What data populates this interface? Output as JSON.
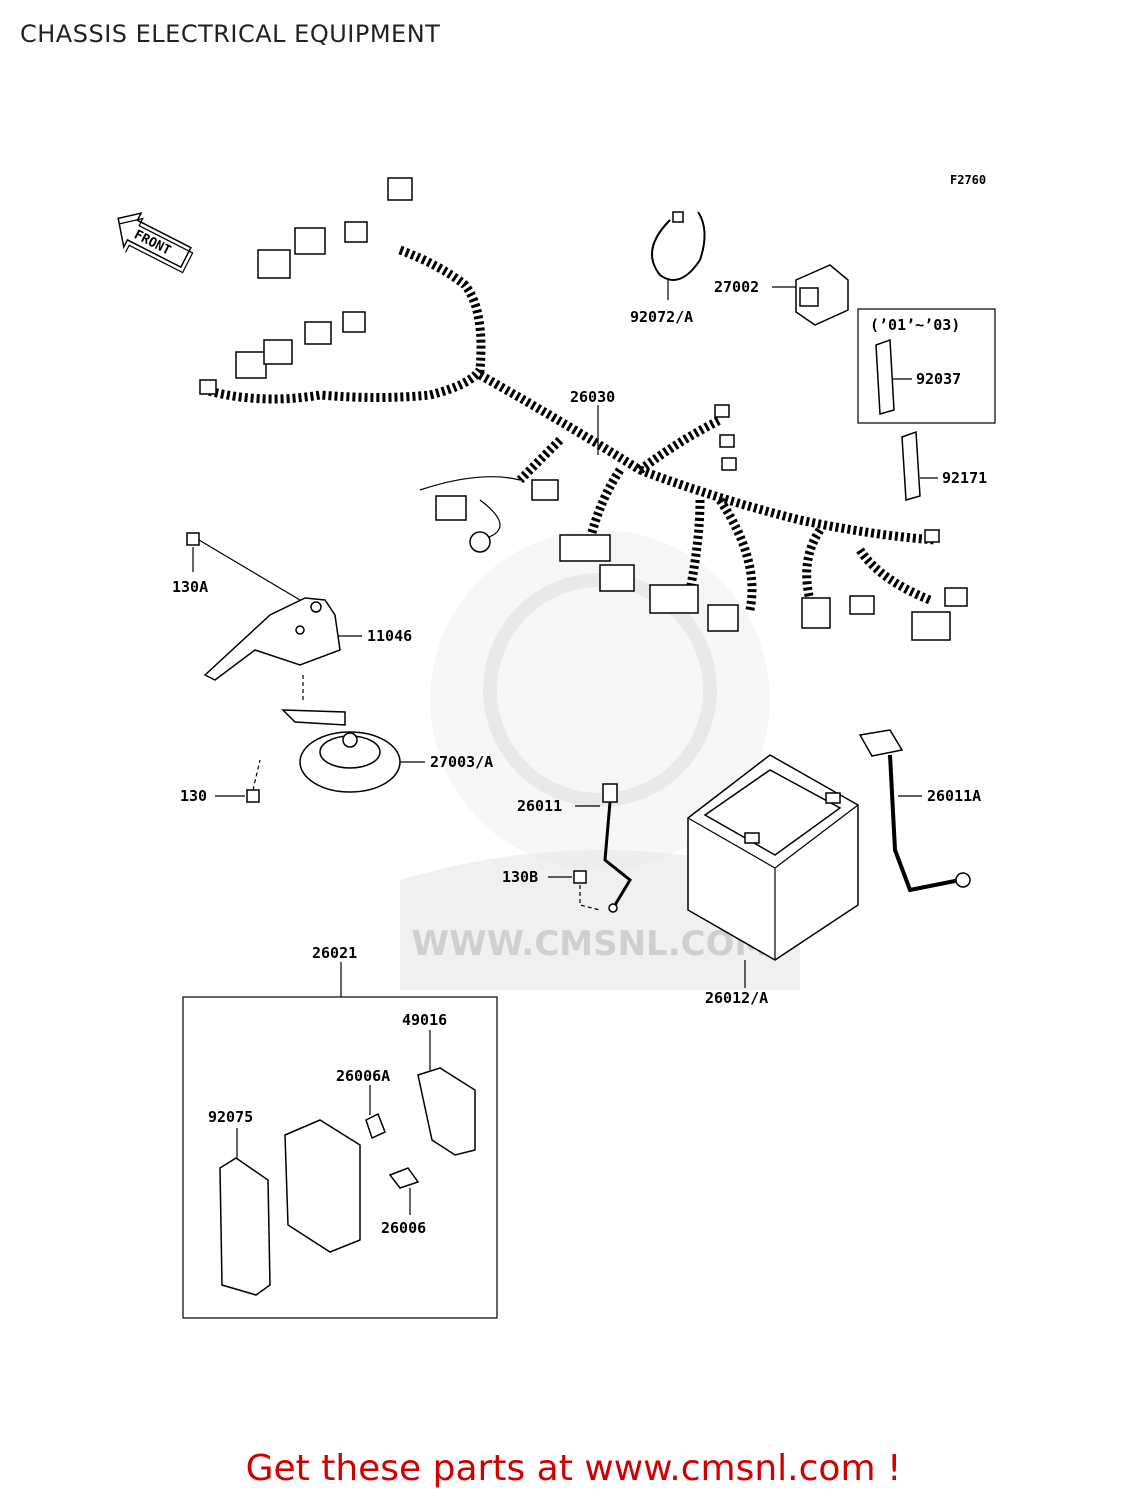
{
  "title": "CHASSIS ELECTRICAL EQUIPMENT",
  "figure_code": "F2760",
  "front_label": "FRONT",
  "year_note": "(’01’~’03)",
  "watermark": "WWW.CMSNL.COM",
  "footer": "Get these parts at www.cmsnl.com !",
  "labels": {
    "p92072A": "92072/A",
    "p27002": "27002",
    "p92037": "92037",
    "p92171": "92171",
    "p26030": "26030",
    "p130A": "130A",
    "p11046": "11046",
    "p27003A": "27003/A",
    "p130": "130",
    "p26011": "26011",
    "p130B": "130B",
    "p26011A": "26011A",
    "p26012A": "26012/A",
    "p26021": "26021",
    "p49016": "49016",
    "p26006A": "26006A",
    "p92075": "92075",
    "p26006": "26006"
  }
}
